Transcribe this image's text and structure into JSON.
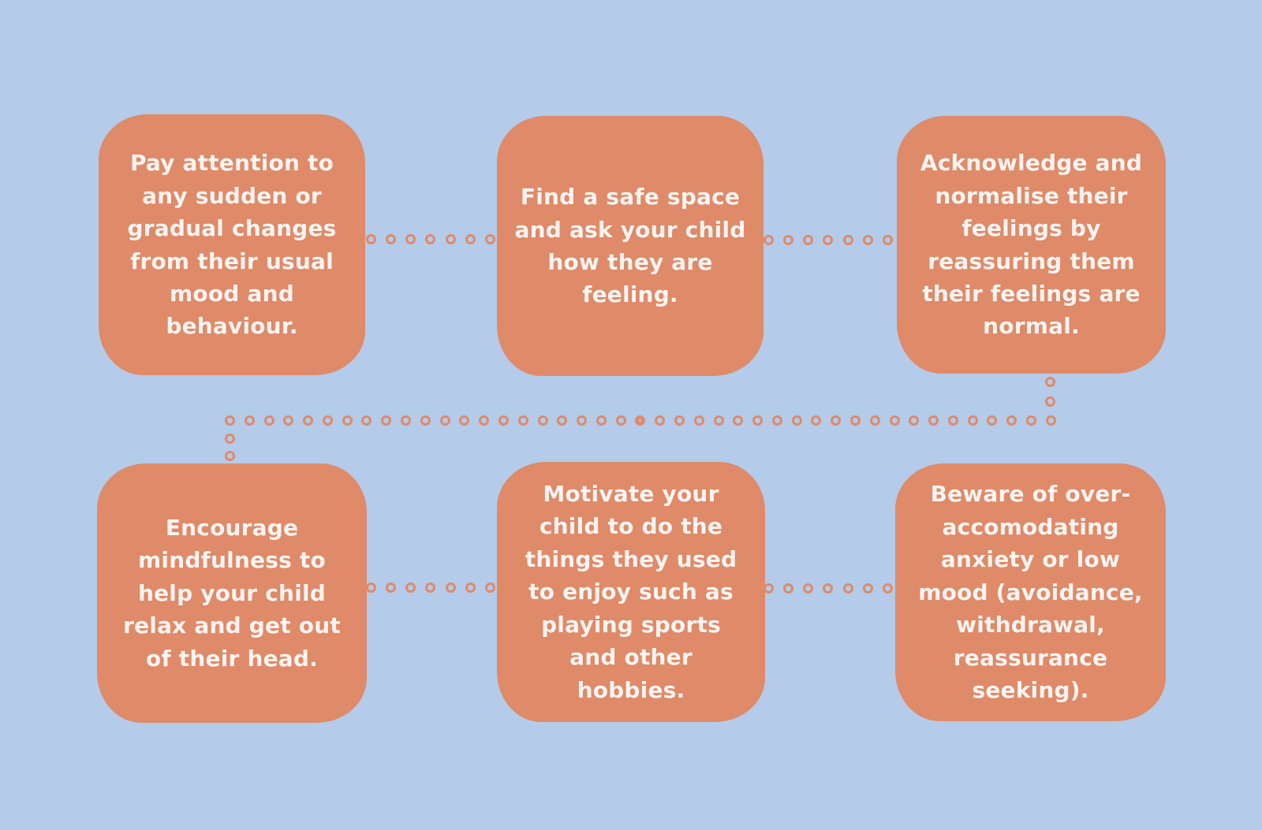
{
  "colors": {
    "background": "#B4CBE9",
    "card": "#DF8A69",
    "dot": "#DF8A69",
    "text": "#FBF4F0"
  },
  "cards": [
    {
      "text": "Pay attention to\nany sudden or\ngradual changes\nfrom their usual\nmood and\nbehaviour."
    },
    {
      "text": "Find a safe space\nand ask your child\nhow they are\nfeeling."
    },
    {
      "text": "Acknowledge and\nnormalise their\nfeelings by\nreassuring them\ntheir feelings are\nnormal."
    },
    {
      "text": "Encourage\nmindfulness to\nhelp your child\nrelax and get out\nof their head."
    },
    {
      "text": "Motivate your\nchild to do the\nthings they used\nto enjoy such as\nplaying sports\nand other\nhobbies."
    },
    {
      "text": "Beware of over-\naccomodating\nanxiety or low\nmood (avoidance,\nwithdrawal,\nreassurance\nseeking)."
    }
  ],
  "connectors": {
    "top_left": {
      "dots": 7
    },
    "top_right": {
      "dots": 7
    },
    "middle_horizontal": {
      "dots": 43,
      "bold_index": 21
    },
    "middle_right_vertical": {
      "dots": 2
    },
    "middle_left_vertical": {
      "dots": 2
    },
    "bottom_left": {
      "dots": 7
    },
    "bottom_right": {
      "dots": 7
    }
  }
}
